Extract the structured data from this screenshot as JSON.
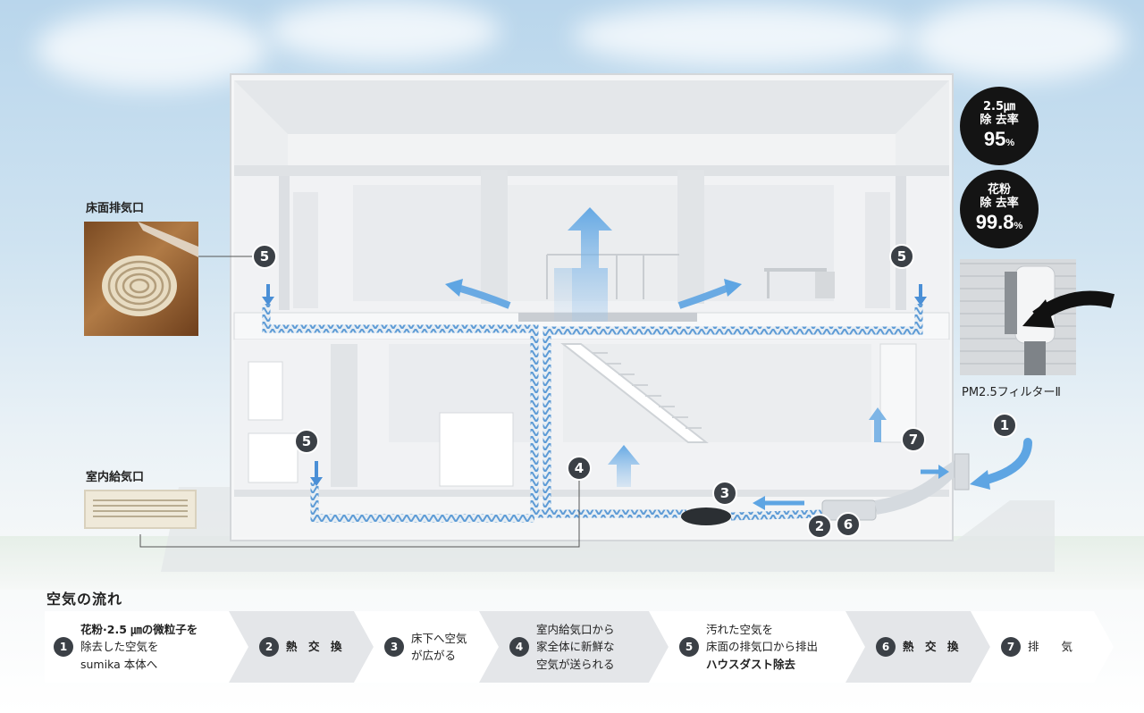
{
  "labels": {
    "floor_exhaust": "床面排気口",
    "indoor_supply": "室内給気口",
    "pm25_filter": "PM2.5フィルターⅡ"
  },
  "stats": [
    {
      "line1": "2.5㎛",
      "line2": "除 去率",
      "value": "95",
      "unit": "%"
    },
    {
      "line1": "花粉",
      "line2": "除 去率",
      "value": "99.8",
      "unit": "%"
    }
  ],
  "diagram_badges": [
    "5",
    "5",
    "5",
    "4",
    "3",
    "2",
    "6",
    "7",
    "1"
  ],
  "flow": {
    "title": "空気の流れ",
    "steps": [
      {
        "num": "1",
        "lines": [
          "花粉·2.5 ㎛の微粒子を",
          "除去した空気を",
          "sumika 本体へ"
        ]
      },
      {
        "num": "2",
        "lines": [
          "熱　交　換"
        ]
      },
      {
        "num": "3",
        "lines": [
          "床下へ空気",
          "が広がる"
        ]
      },
      {
        "num": "4",
        "lines": [
          "室内給気口から",
          "家全体に新鮮な",
          "空気が送られる"
        ]
      },
      {
        "num": "5",
        "lines": [
          "汚れた空気を",
          "床面の排気口から排出",
          "ハウスダスト除去"
        ]
      },
      {
        "num": "6",
        "lines": [
          "熱　交　換"
        ]
      },
      {
        "num": "7",
        "lines": [
          "排　　気"
        ]
      }
    ]
  },
  "colors": {
    "accent_blue": "#4a95d8",
    "badge": "#3b4046",
    "stat_bg": "#141414"
  }
}
